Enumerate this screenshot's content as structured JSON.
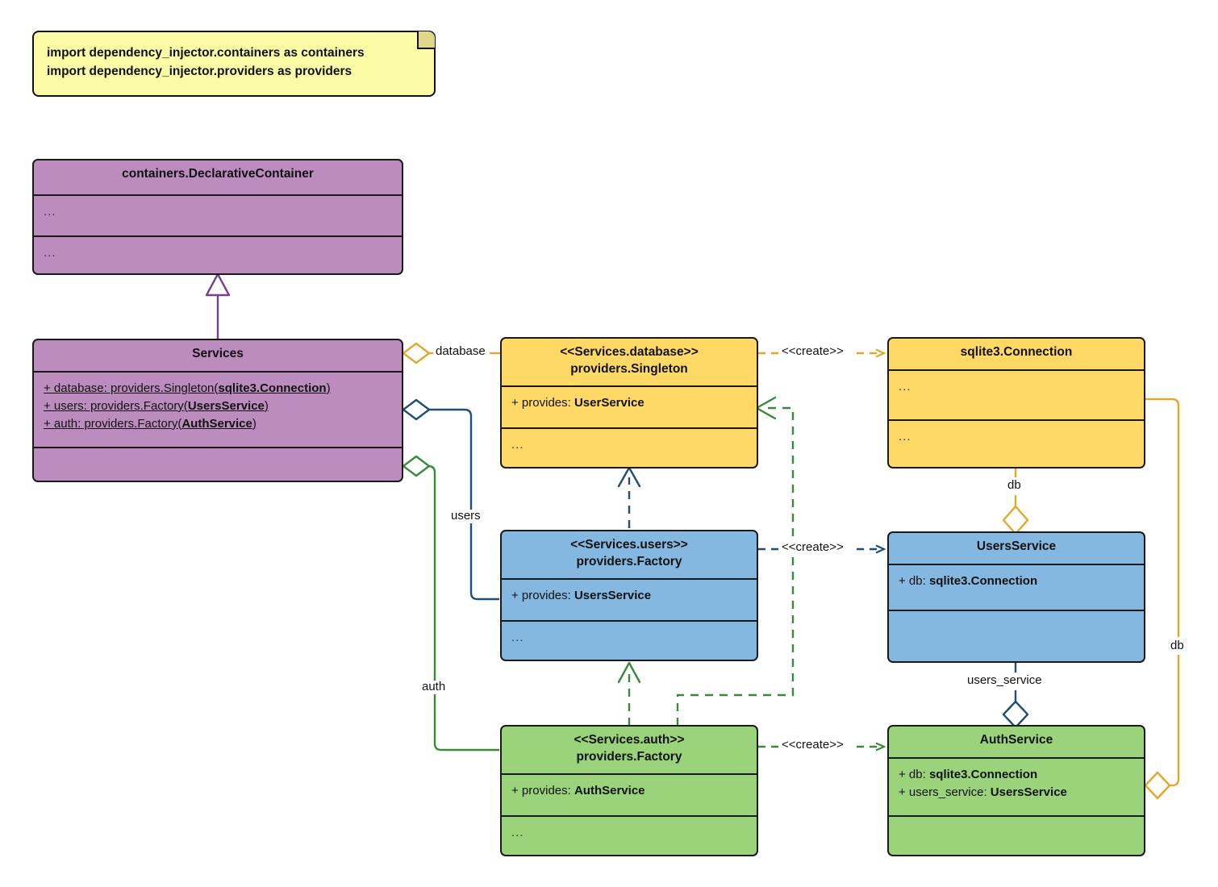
{
  "diagram": {
    "title": "Dependency Injector container UML class diagram",
    "colors": {
      "purple_fill": "#bd8cbf",
      "yellow_fill": "#ffd966",
      "blue_fill": "#85b8e0",
      "green_fill": "#9bd37a",
      "note_fill": "#fcfba6",
      "purple_line": "#7b3f8c",
      "yellow_line": "#e0a92b",
      "blue_line": "#1f4e79",
      "green_line": "#3a8a3a",
      "border": "#1a1a1a"
    }
  },
  "note": {
    "lines": [
      "import dependency_injector.containers as containers",
      "import dependency_injector.providers as providers"
    ]
  },
  "classes": {
    "declarative_container": {
      "title": "containers.DeclarativeContainer",
      "attributes": [
        "..."
      ],
      "methods": [
        "..."
      ]
    },
    "services": {
      "title": "Services",
      "attributes": [
        "+ database: providers.Singleton(sqlite3.Connection)",
        "+ users: providers.Factory(UsersService)",
        "+ auth: providers.Factory(AuthService)"
      ],
      "attribute_parts": [
        {
          "plain": "+ database: providers.Singleton(",
          "bold": "sqlite3.Connection",
          "tail": ")"
        },
        {
          "plain": "+ users: providers.Factory(",
          "bold": "UsersService",
          "tail": ")"
        },
        {
          "plain": "+ auth: providers.Factory(",
          "bold": "AuthService",
          "tail": ")"
        }
      ],
      "methods": []
    },
    "services_database": {
      "stereotype": "<<Services.database>>",
      "title": "providers.Singleton",
      "attribute_plain": "+ provides: ",
      "attribute_bold": "UserService",
      "methods": [
        "..."
      ]
    },
    "services_users": {
      "stereotype": "<<Services.users>>",
      "title": "providers.Factory",
      "attribute_plain": "+ provides: ",
      "attribute_bold": "UsersService",
      "methods": [
        "..."
      ]
    },
    "services_auth": {
      "stereotype": "<<Services.auth>>",
      "title": "providers.Factory",
      "attribute_plain": "+ provides: ",
      "attribute_bold": "AuthService",
      "methods": [
        "..."
      ]
    },
    "sqlite_connection": {
      "title": "sqlite3.Connection",
      "attributes": [
        "..."
      ],
      "methods": [
        "..."
      ]
    },
    "users_service": {
      "title": "UsersService",
      "attribute_plain": "+ db: ",
      "attribute_bold": "sqlite3.Connection",
      "methods": []
    },
    "auth_service": {
      "title": "AuthService",
      "attr1_plain": "+ db: ",
      "attr1_bold": "sqlite3.Connection",
      "attr2_plain": "+ users_service: ",
      "attr2_bold": "UsersService",
      "methods": []
    }
  },
  "edges": {
    "database_label": "database",
    "users_label": "users",
    "auth_label": "auth",
    "create_database": "<<create>>",
    "create_users": "<<create>>",
    "create_auth": "<<create>>",
    "db_users_service": "db",
    "db_auth_service": "db",
    "users_service_label": "users_service"
  }
}
